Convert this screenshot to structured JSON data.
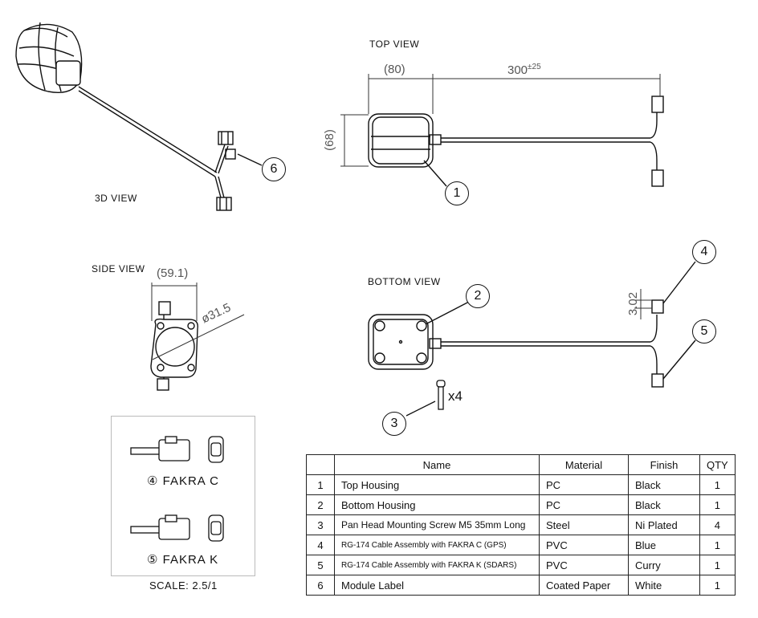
{
  "views": {
    "view_3d": "3D VIEW",
    "top": "TOP VIEW",
    "side": "SIDE VIEW",
    "bottom": "BOTTOM VIEW"
  },
  "dimensions": {
    "top_width": "(80)",
    "cable_length": "300",
    "cable_tolerance": "±25",
    "top_height": "(68)",
    "side_width": "(59.1)",
    "diameter": "ø31.5",
    "connector_height": "3.02",
    "screw_count": "x4"
  },
  "balloons": {
    "b1": "1",
    "b2": "2",
    "b3": "3",
    "b4": "4",
    "b5": "5",
    "b6": "6",
    "fakra_c_num": "④",
    "fakra_k_num": "⑤"
  },
  "fakra": {
    "c_label": "FAKRA C",
    "k_label": "FAKRA K"
  },
  "scale": "SCALE: 2.5/1",
  "bom": {
    "headers": [
      "",
      "Name",
      "Material",
      "Finish",
      "QTY"
    ],
    "rows": [
      {
        "no": "1",
        "name": "Top Housing",
        "material": "PC",
        "finish": "Black",
        "qty": "1"
      },
      {
        "no": "2",
        "name": "Bottom Housing",
        "material": "PC",
        "finish": "Black",
        "qty": "1"
      },
      {
        "no": "3",
        "name": "Pan Head Mounting Screw M5 35mm Long",
        "material": "Steel",
        "finish": "Ni Plated",
        "qty": "4"
      },
      {
        "no": "4",
        "name": "RG-174 Cable Assembly with FAKRA C (GPS)",
        "material": "PVC",
        "finish": "Blue",
        "qty": "1"
      },
      {
        "no": "5",
        "name": "RG-174 Cable Assembly with FAKRA K (SDARS)",
        "material": "PVC",
        "finish": "Curry",
        "qty": "1"
      },
      {
        "no": "6",
        "name": "Module Label",
        "material": "Coated Paper",
        "finish": "White",
        "qty": "1"
      }
    ]
  }
}
